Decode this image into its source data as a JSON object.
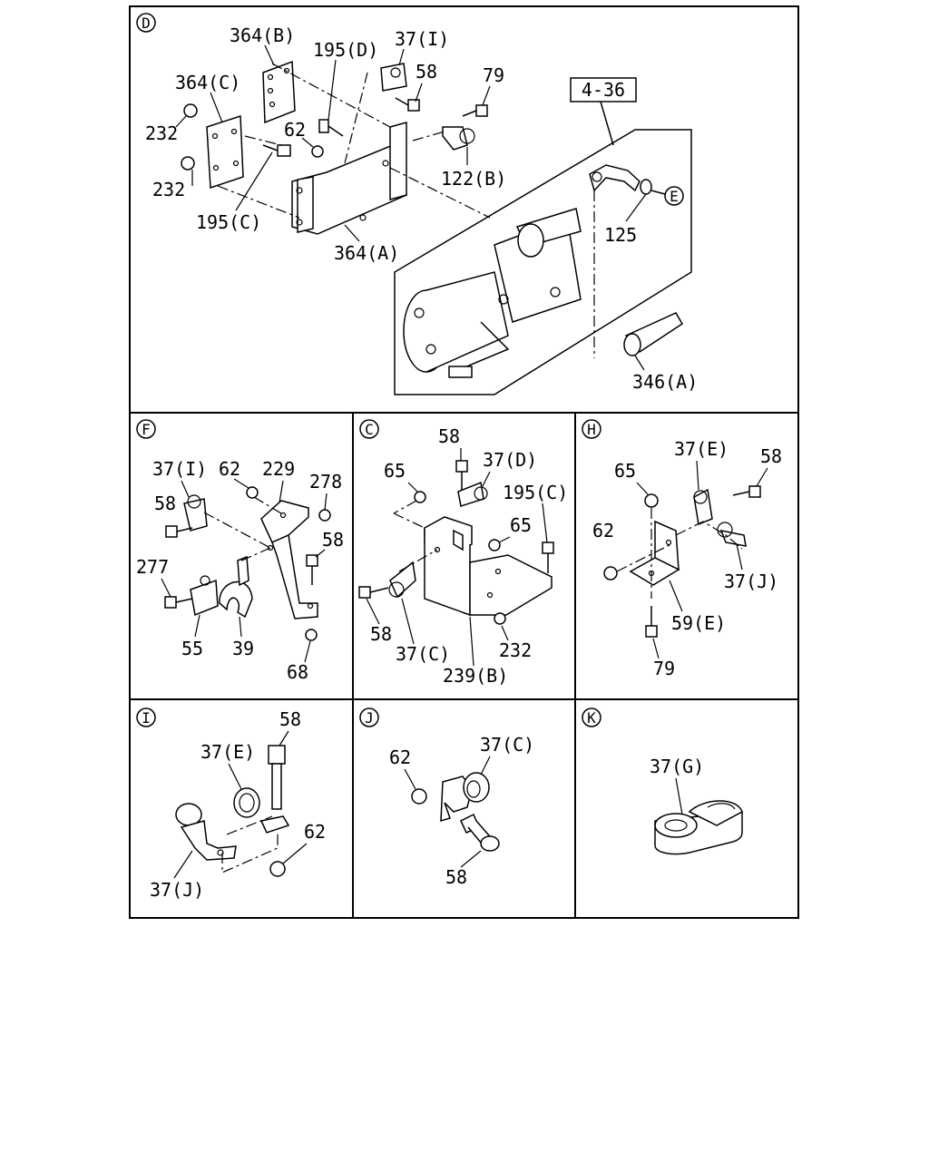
{
  "panels": {
    "D": {
      "id": "D",
      "labels": [
        "364(B)",
        "195(D)",
        "37(I)",
        "58",
        "79",
        "364(C)",
        "232",
        "62",
        "232",
        "195(C)",
        "364(A)",
        "122(B)",
        "125",
        "346(A)"
      ],
      "ref_box": "4-36",
      "connector_ref": "E"
    },
    "F": {
      "id": "F",
      "labels": [
        "37(I)",
        "62",
        "229",
        "278",
        "58",
        "58",
        "277",
        "55",
        "39",
        "68"
      ]
    },
    "C": {
      "id": "C",
      "labels": [
        "58",
        "37(D)",
        "65",
        "195(C)",
        "65",
        "58",
        "37(C)",
        "232",
        "239(B)"
      ]
    },
    "H": {
      "id": "H",
      "labels": [
        "65",
        "37(E)",
        "58",
        "62",
        "37(J)",
        "59(E)",
        "79"
      ]
    },
    "I": {
      "id": "I",
      "labels": [
        "58",
        "37(E)",
        "62",
        "37(J)"
      ]
    },
    "J": {
      "id": "J",
      "labels": [
        "37(C)",
        "62",
        "58"
      ]
    },
    "K": {
      "id": "K",
      "labels": [
        "37(G)"
      ]
    }
  }
}
